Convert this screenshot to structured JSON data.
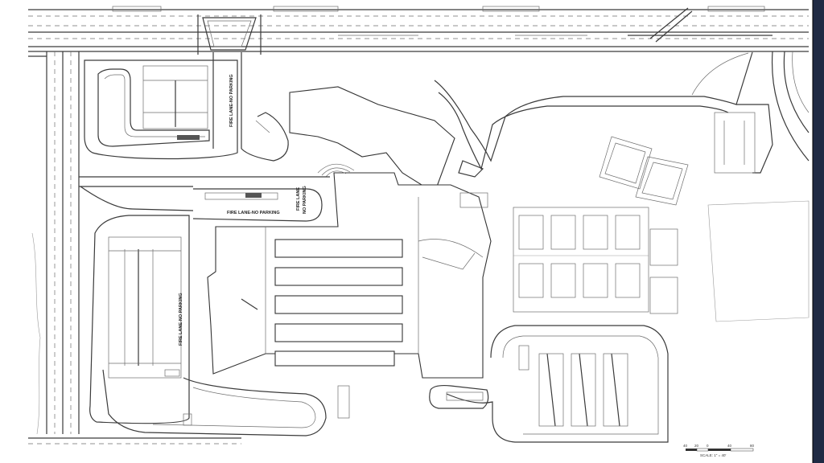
{
  "labels": {
    "fire_lane_north": "FIRE LANE-NO PARKING",
    "fire_lane_mid": "FIRE LANE-NO PARKING",
    "fire_lane_vertical": "FIRE LANE-NO PARKING",
    "fire_lane_upper": "FIRE LANE",
    "no_parking_upper": "NO PARKING",
    "scale": "SCALE: 1\" = 40'"
  },
  "scale_ticks": [
    "40",
    "20",
    "0",
    "40",
    "80"
  ],
  "colors": {
    "background": "#ffffff",
    "linework": "#3a3a3a",
    "frame_accent": "#1f2a44"
  }
}
